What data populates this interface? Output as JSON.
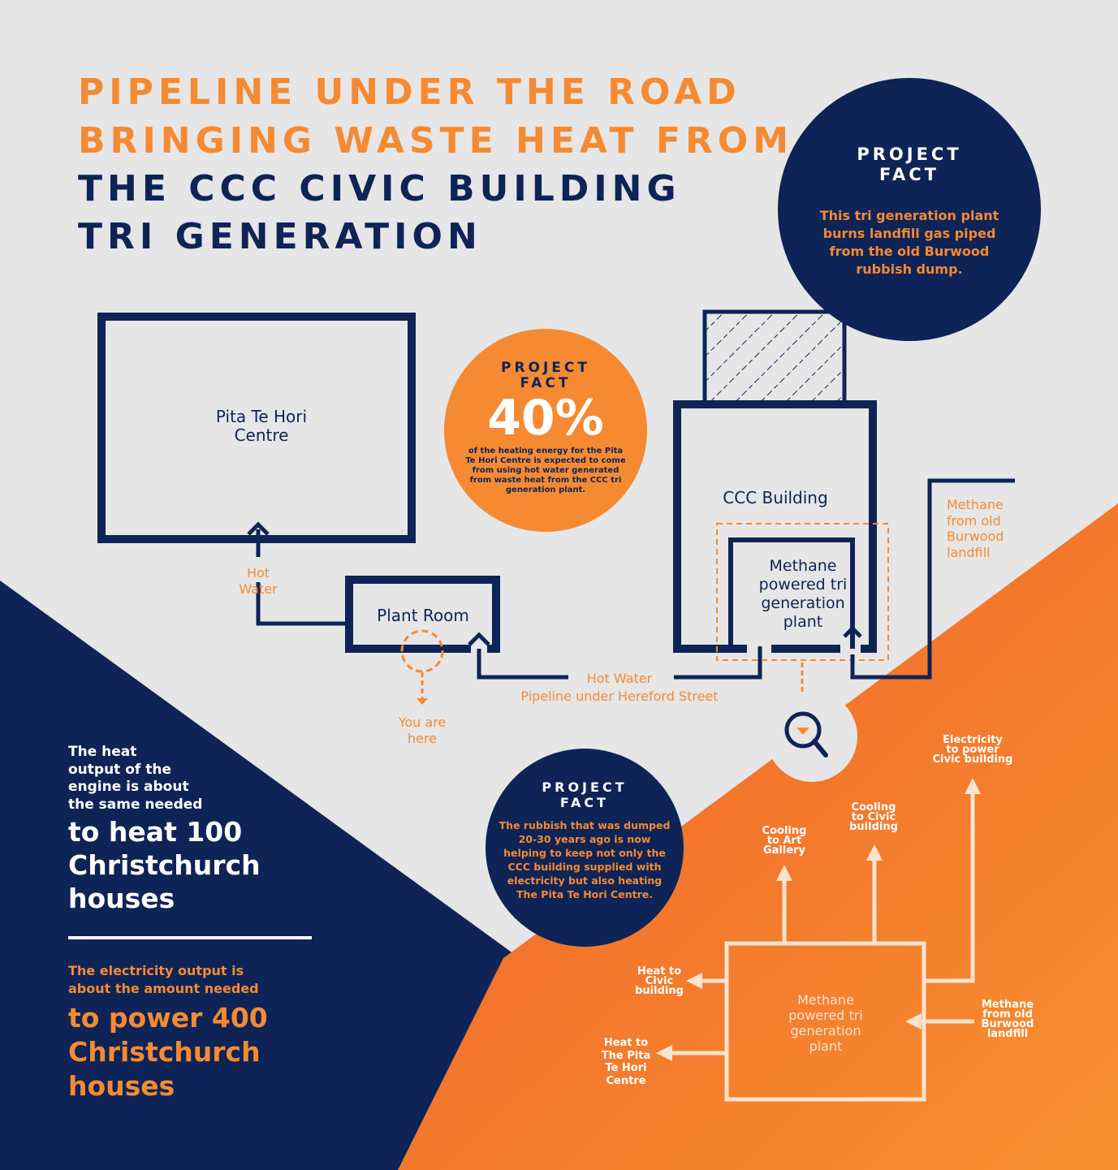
{
  "title": {
    "line1": "PIPELINE UNDER THE ROAD",
    "line2": "BRINGING WASTE HEAT FROM",
    "line3": "THE CCC CIVIC BUILDING",
    "line4": "TRI GENERATION"
  },
  "fact_top": {
    "heading_1": "PROJECT",
    "heading_2": "FACT",
    "text": "This tri generation plant burns landfill gas piped from the old Burwood rubbish dump."
  },
  "fact_percent": {
    "heading_1": "PROJECT",
    "heading_2": "FACT",
    "value": "40%",
    "text": "of the heating energy for the Pita Te Hori Centre is expected to come from using hot water generated from waste heat from the CCC tri generation plant."
  },
  "fact_bottom": {
    "heading_1": "PROJECT",
    "heading_2": "FACT",
    "text": "The rubbish that was dumped 20-30 years ago is now helping to keep not only the CCC building supplied with electricity but also heating The Pita Te Hori Centre."
  },
  "map": {
    "pita_label_1": "Pita Te Hori",
    "pita_label_2": "Centre",
    "hot_water_1": "Hot",
    "hot_water_2": "Water",
    "plant_room": "Plant Room",
    "ccc_building": "CCC Building",
    "methane_plant_1": "Methane",
    "methane_plant_2": "powered tri",
    "methane_plant_3": "generation",
    "methane_plant_4": "plant",
    "methane_source_1": "Methane",
    "methane_source_2": "from old",
    "methane_source_3": "Burwood",
    "methane_source_4": "landfill",
    "pipeline_1": "Hot Water",
    "pipeline_2": "Pipeline under Hereford Street",
    "you_are_here_1": "You are",
    "you_are_here_2": "here"
  },
  "stats": {
    "heat_intro_1": "The heat",
    "heat_intro_2": "output of the",
    "heat_intro_3": "engine is about",
    "heat_intro_4": "the same needed",
    "heat_big_1": "to heat 100",
    "heat_big_2": "Christchurch",
    "heat_big_3": "houses",
    "elec_intro_1": "The electricity output is",
    "elec_intro_2": "about the amount needed",
    "elec_big_1": "to power 400",
    "elec_big_2": "Christchurch",
    "elec_big_3": "houses"
  },
  "detail": {
    "plant_1": "Methane",
    "plant_2": "powered tri",
    "plant_3": "generation",
    "plant_4": "plant",
    "elec_1": "Electricity",
    "elec_2": "to power",
    "elec_3": "Civic building",
    "cool_civic_1": "Cooling",
    "cool_civic_2": "to Civic",
    "cool_civic_3": "building",
    "cool_art_1": "Cooling",
    "cool_art_2": "to Art",
    "cool_art_3": "Gallery",
    "heat_civic_1": "Heat to",
    "heat_civic_2": "Civic",
    "heat_civic_3": "building",
    "heat_pita_1": "Heat to",
    "heat_pita_2": "The Pita",
    "heat_pita_3": "Te Hori",
    "heat_pita_4": "Centre",
    "methane_1": "Methane",
    "methane_2": "from old",
    "methane_3": "Burwood",
    "methane_4": "landfill"
  },
  "colors": {
    "navy": "#0e2457",
    "orange": "#f58a32",
    "orange_dark": "#f0602a",
    "grey": "#e6e6e6"
  },
  "icons": {
    "magnifier": "magnifier-icon"
  }
}
